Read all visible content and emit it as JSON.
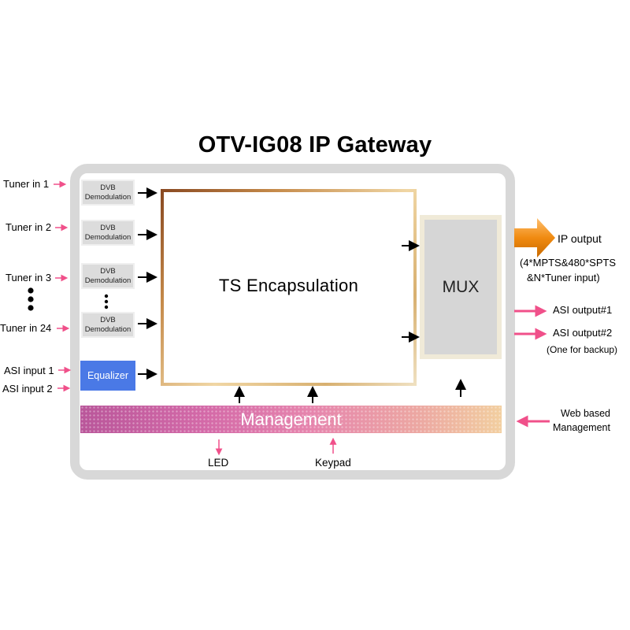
{
  "title": "OTV-IG08 IP Gateway",
  "inputs": {
    "tuner1": "Tuner in 1",
    "tuner2": "Tuner in 2",
    "tuner3": "Tuner in 3",
    "tuner24": "Tuner in 24",
    "asi1": "ASI input 1",
    "asi2": "ASI input 2"
  },
  "demod": {
    "line1": "DVB",
    "line2": "Demodulation"
  },
  "equalizer": "Equalizer",
  "ts_encapsulation": "TS  Encapsulation",
  "mux": "MUX",
  "management": "Management",
  "outputs": {
    "ip_output": "IP output",
    "ip_detail_1": "(4*MPTS&480*SPTS",
    "ip_detail_2": "&N*Tuner input)",
    "asi_out1": "ASI output#1",
    "asi_out2": "ASI output#2",
    "backup": "(One for backup)",
    "web_1": "Web based",
    "web_2": "Management"
  },
  "bottom": {
    "led": "LED",
    "keypad": "Keypad"
  },
  "colors": {
    "pink_arrow": "#f0508a",
    "orange_arrow": "#f08a10",
    "equalizer_bg": "#4a79e6",
    "frame": "#d8d8d8"
  }
}
